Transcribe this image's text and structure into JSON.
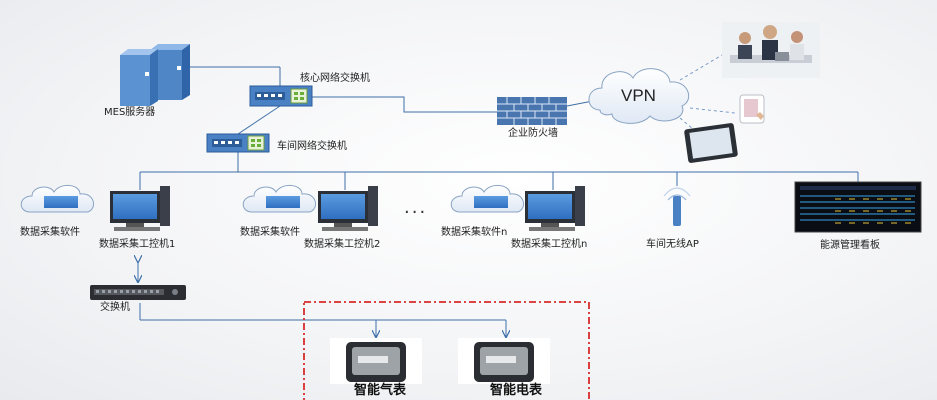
{
  "nodes": {
    "mes_server": "MES服务器",
    "core_switch": "核心网络交换机",
    "workshop_switch": "车间网络交换机",
    "firewall": "企业防火墙",
    "vpn": "VPN",
    "software_1": "数据采集软件",
    "ipc_1": "数据采集工控机1",
    "software_2": "数据采集软件",
    "ipc_2": "数据采集工控机2",
    "ellipsis": "···",
    "software_n": "数据采集软件n",
    "ipc_n": "数据采集工控机n",
    "wireless_ap": "车间无线AP",
    "energy_board": "能源管理看板",
    "switch": "交换机",
    "gas_meter": "智能气表",
    "power_meter": "智能电表"
  },
  "colors": {
    "line": "#3d6fa8",
    "device_blue": "#4f86c6",
    "firewall": "#4a76b0",
    "dashed_border": "#d92b2b"
  }
}
